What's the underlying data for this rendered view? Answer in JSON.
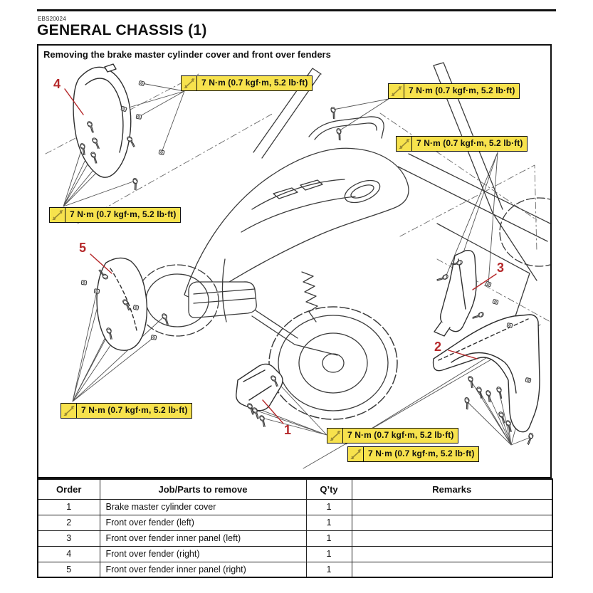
{
  "header": {
    "code": "EBS20024",
    "title": "GENERAL CHASSIS (1)"
  },
  "diagram": {
    "title": "Removing the brake master cylinder cover and front over fenders",
    "callouts": [
      "7 N·m (0.7 kgf·m, 5.2 lb·ft)",
      "7 N·m (0.7 kgf·m, 5.2 lb·ft)",
      "7 N·m (0.7 kgf·m, 5.2 lb·ft)",
      "7 N·m (0.7 kgf·m, 5.2 lb·ft)",
      "7 N·m (0.7 kgf·m, 5.2 lb·ft)",
      "7 N·m (0.7 kgf·m, 5.2 lb·ft)",
      "7 N·m (0.7 kgf·m, 5.2 lb·ft)"
    ],
    "part_labels": [
      "1",
      "2",
      "3",
      "4",
      "5"
    ],
    "icons": {
      "callout": "open-end-wrench-icon"
    },
    "colors": {
      "callout_bg": "#f7e24d",
      "label_red": "#b5282a",
      "line_art": "#3c3c3c"
    }
  },
  "table": {
    "headers": [
      "Order",
      "Job/Parts to remove",
      "Q’ty",
      "Remarks"
    ],
    "rows": [
      {
        "order": "1",
        "job": "Brake master cylinder cover",
        "qty": "1",
        "remarks": ""
      },
      {
        "order": "2",
        "job": "Front over fender (left)",
        "qty": "1",
        "remarks": ""
      },
      {
        "order": "3",
        "job": "Front over fender inner panel (left)",
        "qty": "1",
        "remarks": ""
      },
      {
        "order": "4",
        "job": "Front over fender (right)",
        "qty": "1",
        "remarks": ""
      },
      {
        "order": "5",
        "job": "Front over fender inner panel (right)",
        "qty": "1",
        "remarks": ""
      }
    ]
  }
}
